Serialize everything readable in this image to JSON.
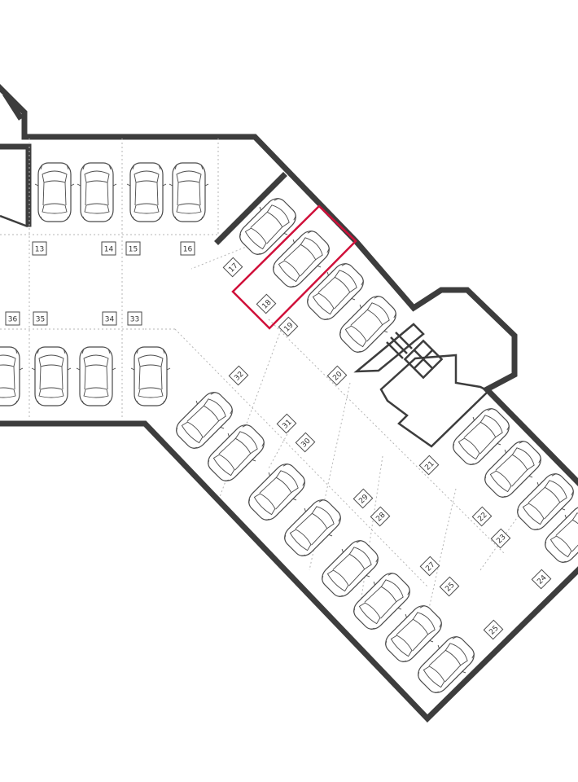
{
  "plan": {
    "highlighted_space": "18",
    "highlight_color": "#d0103a",
    "wall_color": "#3d3d3d",
    "spaces": [
      "13",
      "14",
      "15",
      "16",
      "17",
      "18",
      "19",
      "20",
      "21",
      "22",
      "23",
      "24",
      "25",
      "25",
      "27",
      "28",
      "29",
      "30",
      "31",
      "32",
      "33",
      "34",
      "35",
      "36"
    ],
    "space_labels": {
      "s13": "13",
      "s14": "14",
      "s15": "15",
      "s16": "16",
      "s17": "17",
      "s18": "18",
      "s19": "19",
      "s20": "20",
      "s21": "21",
      "s22": "22",
      "s23": "23",
      "s24": "24",
      "s25a": "25",
      "s25b": "25",
      "s27": "27",
      "s28": "28",
      "s29": "29",
      "s30": "30",
      "s31": "31",
      "s32": "32",
      "s33": "33",
      "s34": "34",
      "s35": "35",
      "s36": "36"
    }
  }
}
